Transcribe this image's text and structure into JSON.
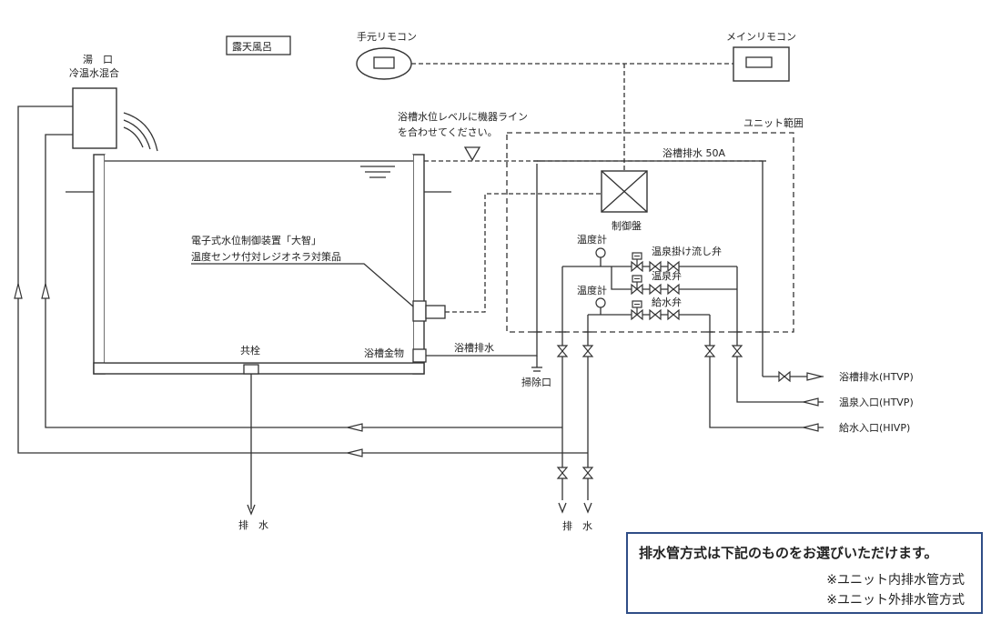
{
  "labels": {
    "roten": "露天風呂",
    "yuguchi_1": "湯　口",
    "yuguchi_2": "冷温水混合",
    "temoto_remote": "手元リモコン",
    "main_remote": "メインリモコン",
    "unit_range": "ユニット範囲",
    "water_level_note_1": "浴槽水位レベルに機器ライン",
    "water_level_note_2": "を合わせてください。",
    "drain_50a": "浴槽排水 50A",
    "control_panel": "制御盤",
    "thermometer_1": "温度計",
    "thermometer_2": "温度計",
    "onsen_overflow_valve": "温泉掛け流し弁",
    "onsen_valve": "温泉弁",
    "water_valve": "給水弁",
    "device_1": "電子式水位制御装置「大智」",
    "device_2": "温度センサ付対レジオネラ対策品",
    "kyosen": "共栓",
    "yokuso_kanamono": "浴槽金物",
    "yokuso_haisui": "浴槽排水",
    "sojoguchi": "掃除口",
    "out_drain": "浴槽排水(HTVP)",
    "in_onsen": "温泉入口(HTVP)",
    "in_water": "給水入口(HIVP)",
    "haisui_left": "排　水",
    "haisui_right": "排　水"
  },
  "notice": {
    "title": "排水管方式は下記のものをお選びいただけます。",
    "option_1": "※ユニット内排水管方式",
    "option_2": "※ユニット外排水管方式"
  },
  "colors": {
    "line": "#333333",
    "notice_border": "#2f4d86"
  }
}
